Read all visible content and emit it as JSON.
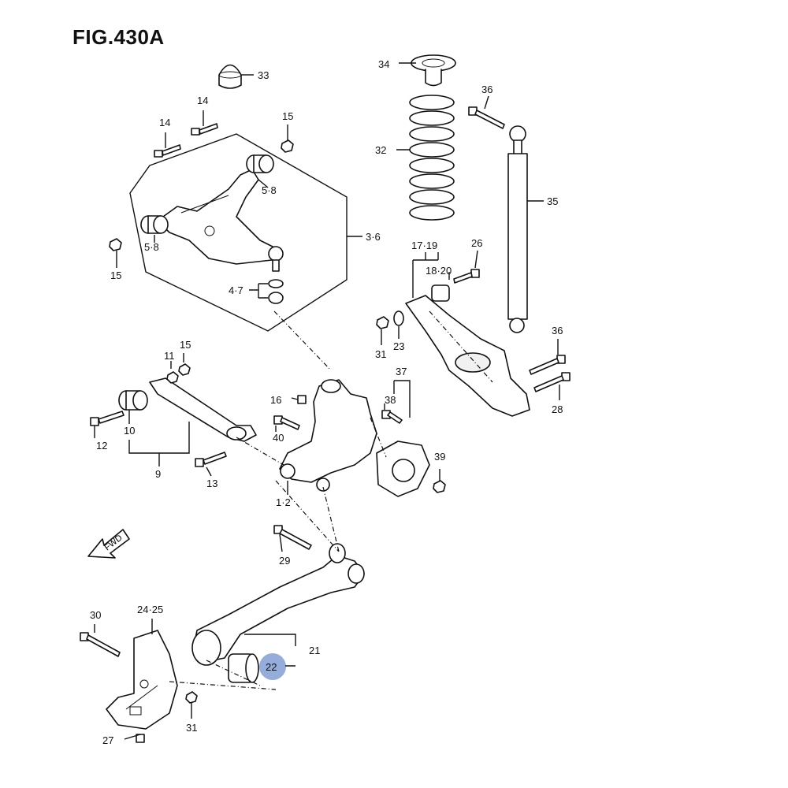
{
  "figure": {
    "title": "FIG.430A"
  },
  "fwd_label": "FWD",
  "callouts": {
    "c1_2": "1·2",
    "c3_6": "3·6",
    "c4_7": "4·7",
    "c5_8a": "5·8",
    "c5_8b": "5·8",
    "c9": "9",
    "c10": "10",
    "c11": "11",
    "c12": "12",
    "c13": "13",
    "c14a": "14",
    "c14b": "14",
    "c15a": "15",
    "c15b": "15",
    "c15c": "15",
    "c16": "16",
    "c17_19": "17·19",
    "c18_20": "18·20",
    "c21": "21",
    "c22": "22",
    "c23": "23",
    "c24_25": "24·25",
    "c26": "26",
    "c27": "27",
    "c28": "28",
    "c29": "29",
    "c30": "30",
    "c31a": "31",
    "c31b": "31",
    "c32": "32",
    "c33": "33",
    "c34": "34",
    "c35": "35",
    "c36a": "36",
    "c36b": "36",
    "c37": "37",
    "c38": "38",
    "c39": "39",
    "c40": "40"
  },
  "highlight": {
    "part": "22",
    "color": "#8aa4d6"
  }
}
